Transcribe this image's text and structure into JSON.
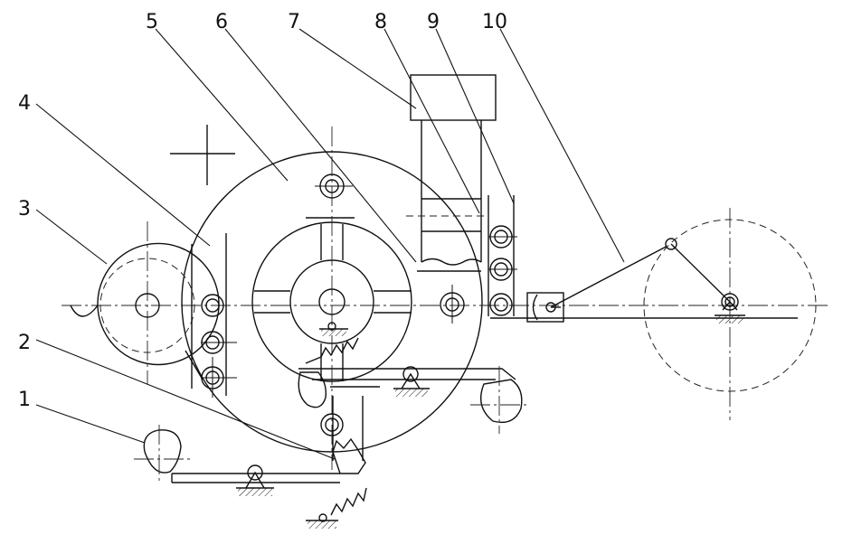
{
  "labels": {
    "l1": "1",
    "l2": "2",
    "l3": "3",
    "l4": "4",
    "l5": "5",
    "l6": "6",
    "l7": "7",
    "l8": "8",
    "l9": "9",
    "l10": "10"
  },
  "colors": {
    "line": "#111111",
    "background": "#ffffff"
  }
}
